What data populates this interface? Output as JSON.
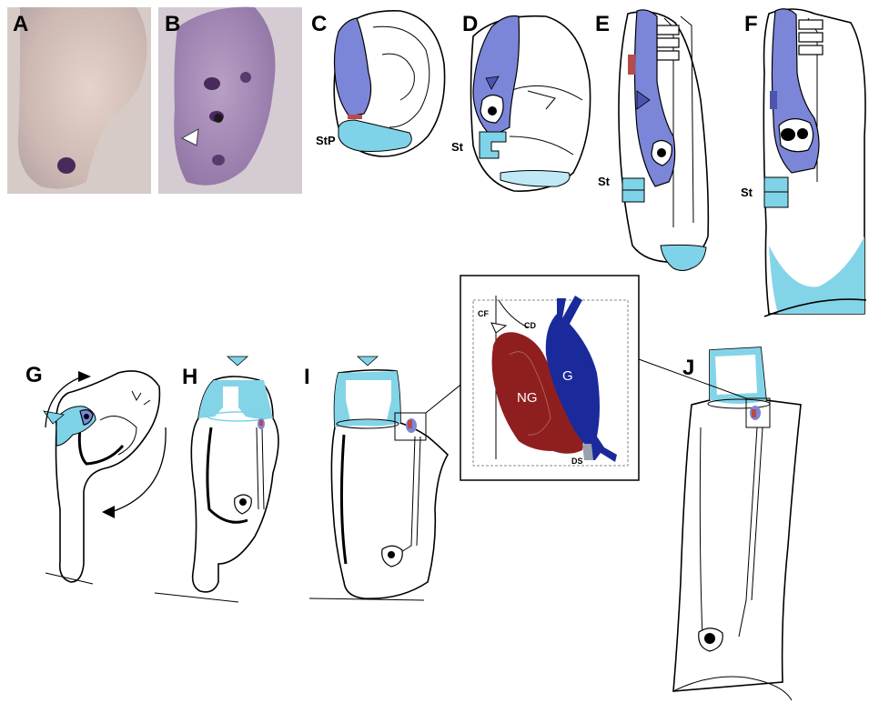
{
  "panels": {
    "a": "A",
    "b": "B",
    "c": "C",
    "d": "D",
    "e": "E",
    "f": "F",
    "g": "G",
    "h": "H",
    "i": "I",
    "j": "J"
  },
  "labels": {
    "stp": "StP",
    "st_d": "St",
    "st_e": "St",
    "st_f": "St"
  },
  "inset": {
    "cf": "CF",
    "cd": "CD",
    "ng": "NG",
    "g": "G",
    "ds": "DS"
  },
  "colors": {
    "stolon_cyan": "#7fd3e8",
    "gut_blue": "#7b86d8",
    "neural_red": "#8f1f1f",
    "ganglion_blue": "#1a2a9a"
  }
}
